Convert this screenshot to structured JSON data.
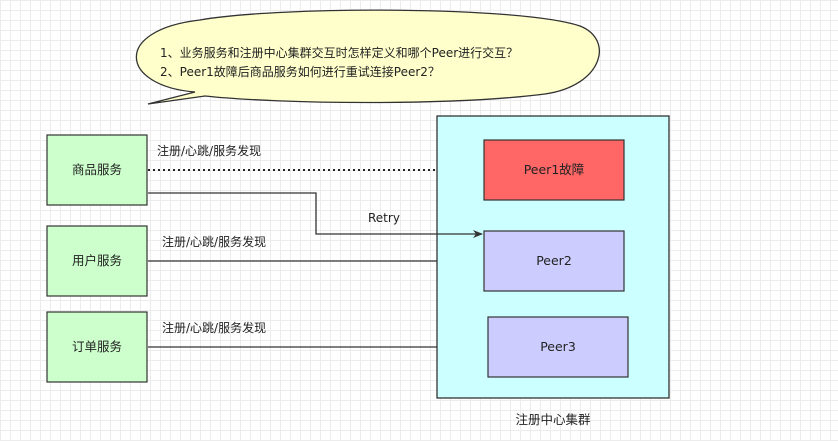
{
  "callout": {
    "line1": "1、业务服务和注册中心集群交互时怎样定义和哪个Peer进行交互？",
    "line2": "2、Peer1故障后商品服务如何进行重试连接Peer2？"
  },
  "services": {
    "goods": "商品服务",
    "user": "用户服务",
    "order": "订单服务"
  },
  "cluster": {
    "label": "注册中心集群",
    "peer1": "Peer1故障",
    "peer2": "Peer2",
    "peer3": "Peer3"
  },
  "edges": {
    "goods_label": "注册/心跳/服务发现",
    "retry_label": "Retry",
    "user_label": "注册/心跳/服务发现",
    "order_label": "注册/心跳/服务发现"
  },
  "colors": {
    "service_fill": "#ccffcc",
    "cluster_fill": "#ccffff",
    "peer_failed_fill": "#ff6666",
    "peer_fill": "#ccccff",
    "callout_fill": "#ffffcc"
  }
}
